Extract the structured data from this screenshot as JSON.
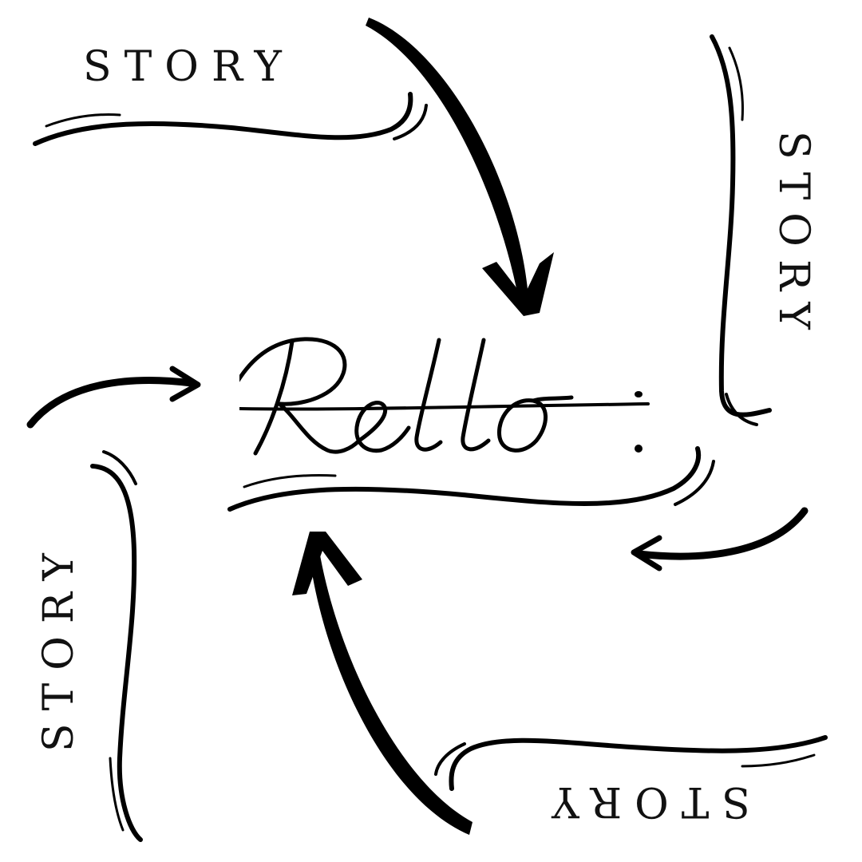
{
  "logo": {
    "brand_text": "Retto",
    "colors": {
      "ink": "#000000",
      "background": "#ffffff"
    }
  },
  "labels": {
    "top_left": "STORY",
    "right": "STORY",
    "bottom_right": "STORY",
    "left": "STORY"
  },
  "decorations": [
    "swash-underline",
    "curved-arrow",
    "curved-arrow",
    "curved-arrow",
    "curved-arrow"
  ]
}
